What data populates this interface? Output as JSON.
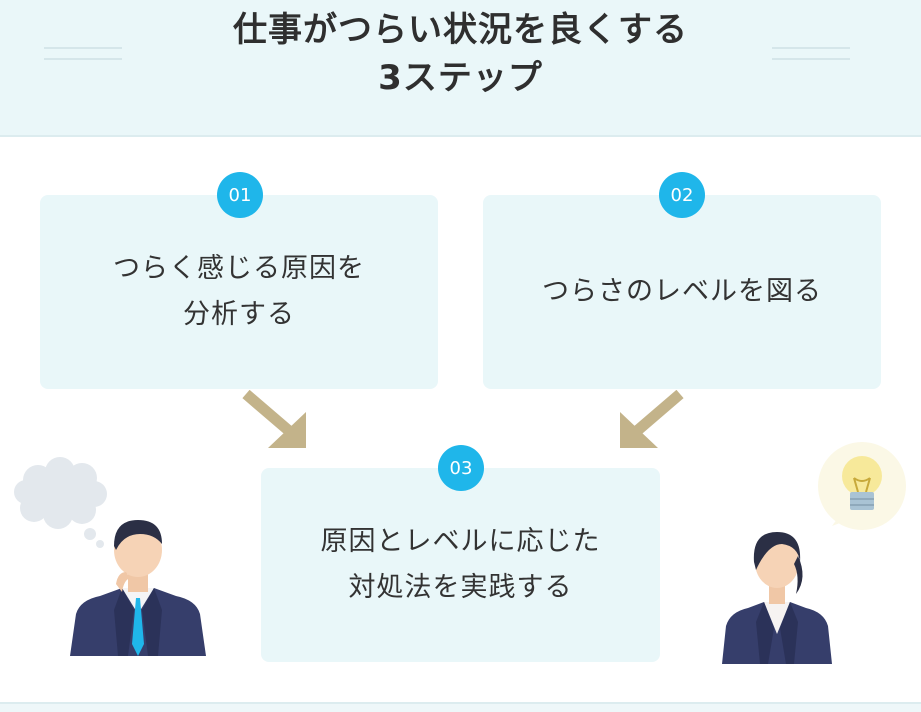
{
  "header": {
    "title_line1": "仕事がつらい状況を良くする",
    "title_line2": "3ステップ"
  },
  "steps": [
    {
      "number": "01",
      "text": "つらく感じる原因を\n分析する"
    },
    {
      "number": "02",
      "text": "つらさのレベルを図る"
    },
    {
      "number": "03",
      "text": "原因とレベルに応じた\n対処法を実践する"
    }
  ],
  "colors": {
    "header_bg": "#eaf7f9",
    "card_bg": "#e9f7f9",
    "badge": "#1fb6ea",
    "arrow": "#c3b38a",
    "suit": "#363e6b"
  },
  "icons": [
    "thought-cloud-icon",
    "lightbulb-icon",
    "arrow-down-right-icon",
    "arrow-down-left-icon"
  ]
}
